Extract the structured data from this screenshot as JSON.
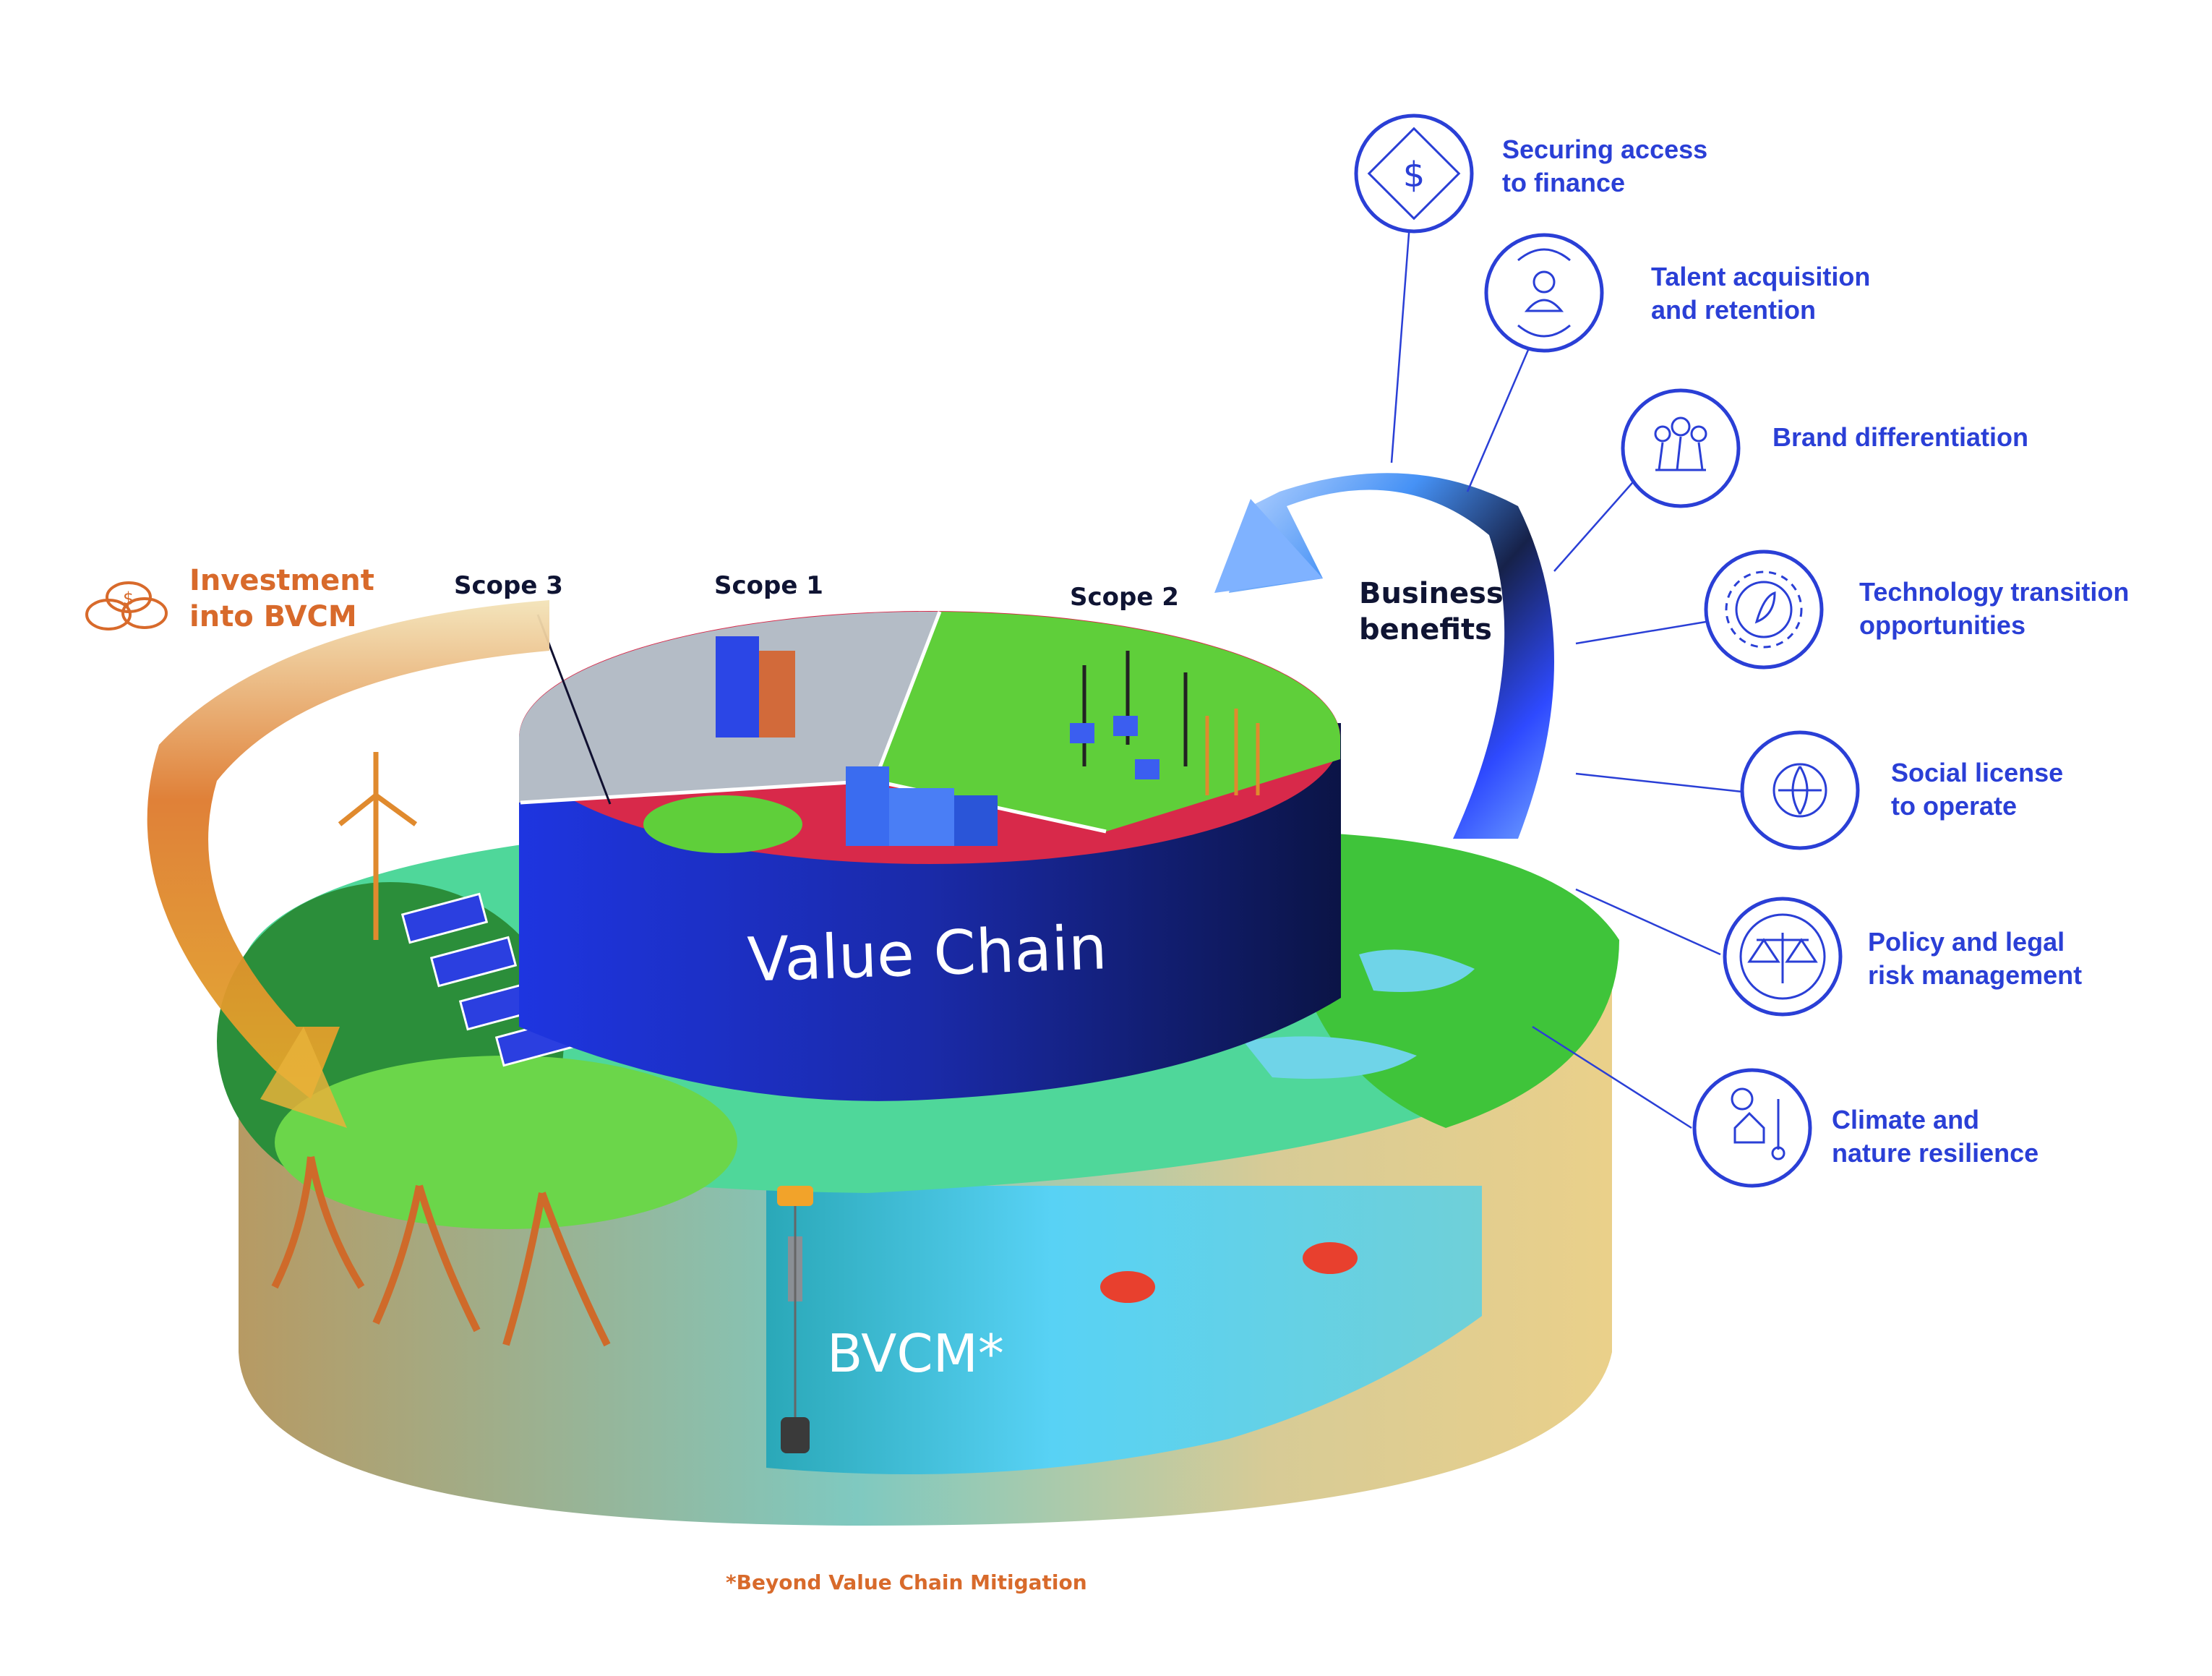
{
  "labels": {
    "investment": "Investment\ninto BVCM",
    "scope3": "Scope 3",
    "scope1": "Scope 1",
    "scope2": "Scope 2",
    "business_benefits": "Business\nbenefits",
    "value_chain": "Value Chain",
    "bvcm": "BVCM*",
    "footnote": "*Beyond Value Chain Mitigation"
  },
  "benefits": [
    {
      "label": "Securing access\nto finance",
      "icon": "handshake-finance-icon"
    },
    {
      "label": "Talent acquisition\nand retention",
      "icon": "talent-cycle-icon"
    },
    {
      "label": "Brand differentiation",
      "icon": "chess-pieces-icon"
    },
    {
      "label": "Technology transition\nopportunities",
      "icon": "gear-leaf-icon"
    },
    {
      "label": "Social license\nto operate",
      "icon": "globe-people-icon"
    },
    {
      "label": "Policy and legal\nrisk management",
      "icon": "scales-icon"
    },
    {
      "label": "Climate and\nnature resilience",
      "icon": "climate-house-icon"
    }
  ],
  "colors": {
    "benefit_blue": "#2a3fd6",
    "investment_orange": "#d86a2b",
    "value_chain_blue": "#1e2fc4",
    "scope1_red": "#d8294a",
    "scope2_green": "#5fcf3a",
    "scope3_grey": "#b4bcc6",
    "water": "#58d2f5",
    "sand": "#e8cf8c"
  }
}
